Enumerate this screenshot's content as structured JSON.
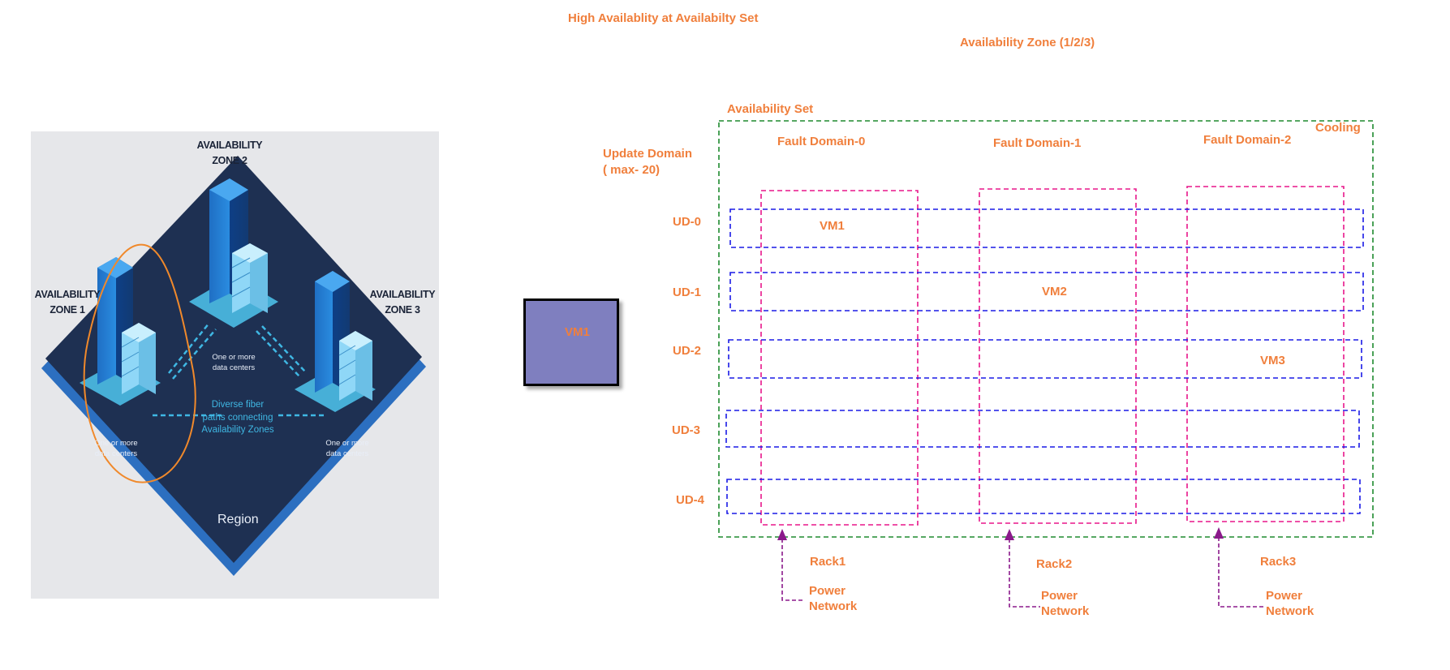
{
  "title": "High Availablity at Availabilty Set",
  "availability_zone_label": "Availability Zone (1/2/3)",
  "availability_set_label": "Availability Set",
  "cooling_label": "Cooling",
  "update_domain_label": {
    "line1": "Update Domain",
    "line2": "( max- 20)"
  },
  "fault_domains": [
    "Fault Domain-0",
    "Fault Domain-1",
    "Fault Domain-2"
  ],
  "update_domains": [
    "UD-0",
    "UD-1",
    "UD-2",
    "UD-3",
    "UD-4"
  ],
  "vms": [
    "VM1",
    "VM2",
    "VM3"
  ],
  "standalone_vm": "VM1",
  "racks": [
    {
      "name": "Rack1",
      "power_line1": "Power",
      "power_line2": "Network"
    },
    {
      "name": "Rack2",
      "power_line1": "Power",
      "power_line2": "Network"
    },
    {
      "name": "Rack3",
      "power_line1": "Power",
      "power_line2": "Network"
    }
  ],
  "region_image": {
    "zone1": {
      "line1": "AVAILABILITY",
      "line2": "ZONE 1"
    },
    "zone2": {
      "line1": "AVAILABILITY",
      "line2": "ZONE 2"
    },
    "zone3": {
      "line1": "AVAILABILITY",
      "line2": "ZONE 3"
    },
    "datacenters_line1": "One or more",
    "datacenters_line2": "data centers",
    "fiber": {
      "line1": "Diverse fiber",
      "line2": "paths connecting",
      "line3": "Availability Zones"
    },
    "region": "Region"
  },
  "colors": {
    "label": "#f07f3c",
    "availability_set_border": "#1e8a2e",
    "fault_domain_border": "#e8178a",
    "update_domain_border": "#1a1ae6",
    "power_line": "#8b1a8b",
    "vm_box": "#7f7fbf",
    "zone_highlight": "#f0892b"
  },
  "icons": [
    "server-tower-icon",
    "storage-stack-icon",
    "up-arrow-icon"
  ]
}
